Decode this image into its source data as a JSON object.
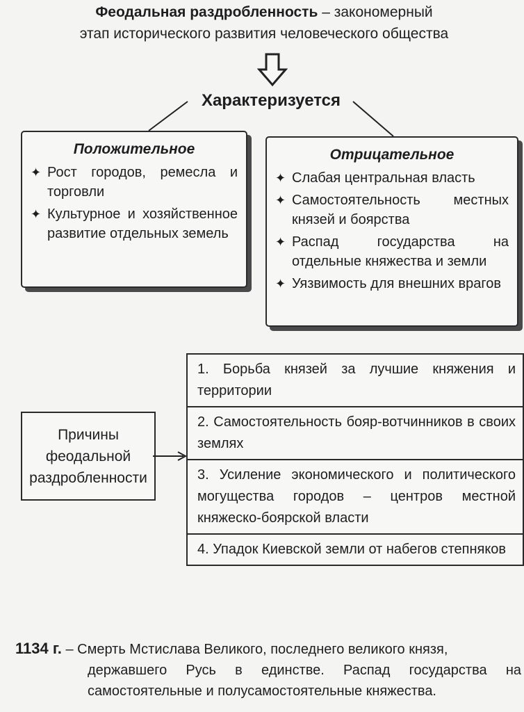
{
  "intro": {
    "bold": "Феодальная раздробленность",
    "rest_line1": " – закономерный",
    "line2": "этап исторического развития человеческого общества"
  },
  "characterized": "Характеризуется",
  "positive": {
    "heading": "Положительное",
    "items": [
      "Рост городов, ремесла и торговли",
      "Культурное и хозяйственное развитие отдельных земель"
    ]
  },
  "negative": {
    "heading": "Отрицательное",
    "items": [
      "Слабая центральная власть",
      "Самостоятельность местных князей и боярства",
      "Распад государства на отдельные княжества и земли",
      "Уязвимость для внешних врагов"
    ]
  },
  "causes": {
    "label": "Причины феодальной раздробленности",
    "items": [
      "1. Борьба князей за лучшие княжения и территории",
      "2. Самостоятельность бояр-вотчинников в своих землях",
      "3. Усиление экономического и политического могущества городов – центров местной княжеско-боярской власти",
      "4. Упадок Киевской земли от набегов степняков"
    ]
  },
  "footer": {
    "year": "1134 г.",
    "text_line1": " – Смерть Мстислава Великого, последнего великого князя,",
    "text_rest": "державшего Русь в единстве. Распад государства на самостоятельные и полусамостоятельные княжества."
  },
  "icons": [
    "plus-bullet-icon",
    "down-arrow-icon",
    "right-arrow-icon"
  ]
}
